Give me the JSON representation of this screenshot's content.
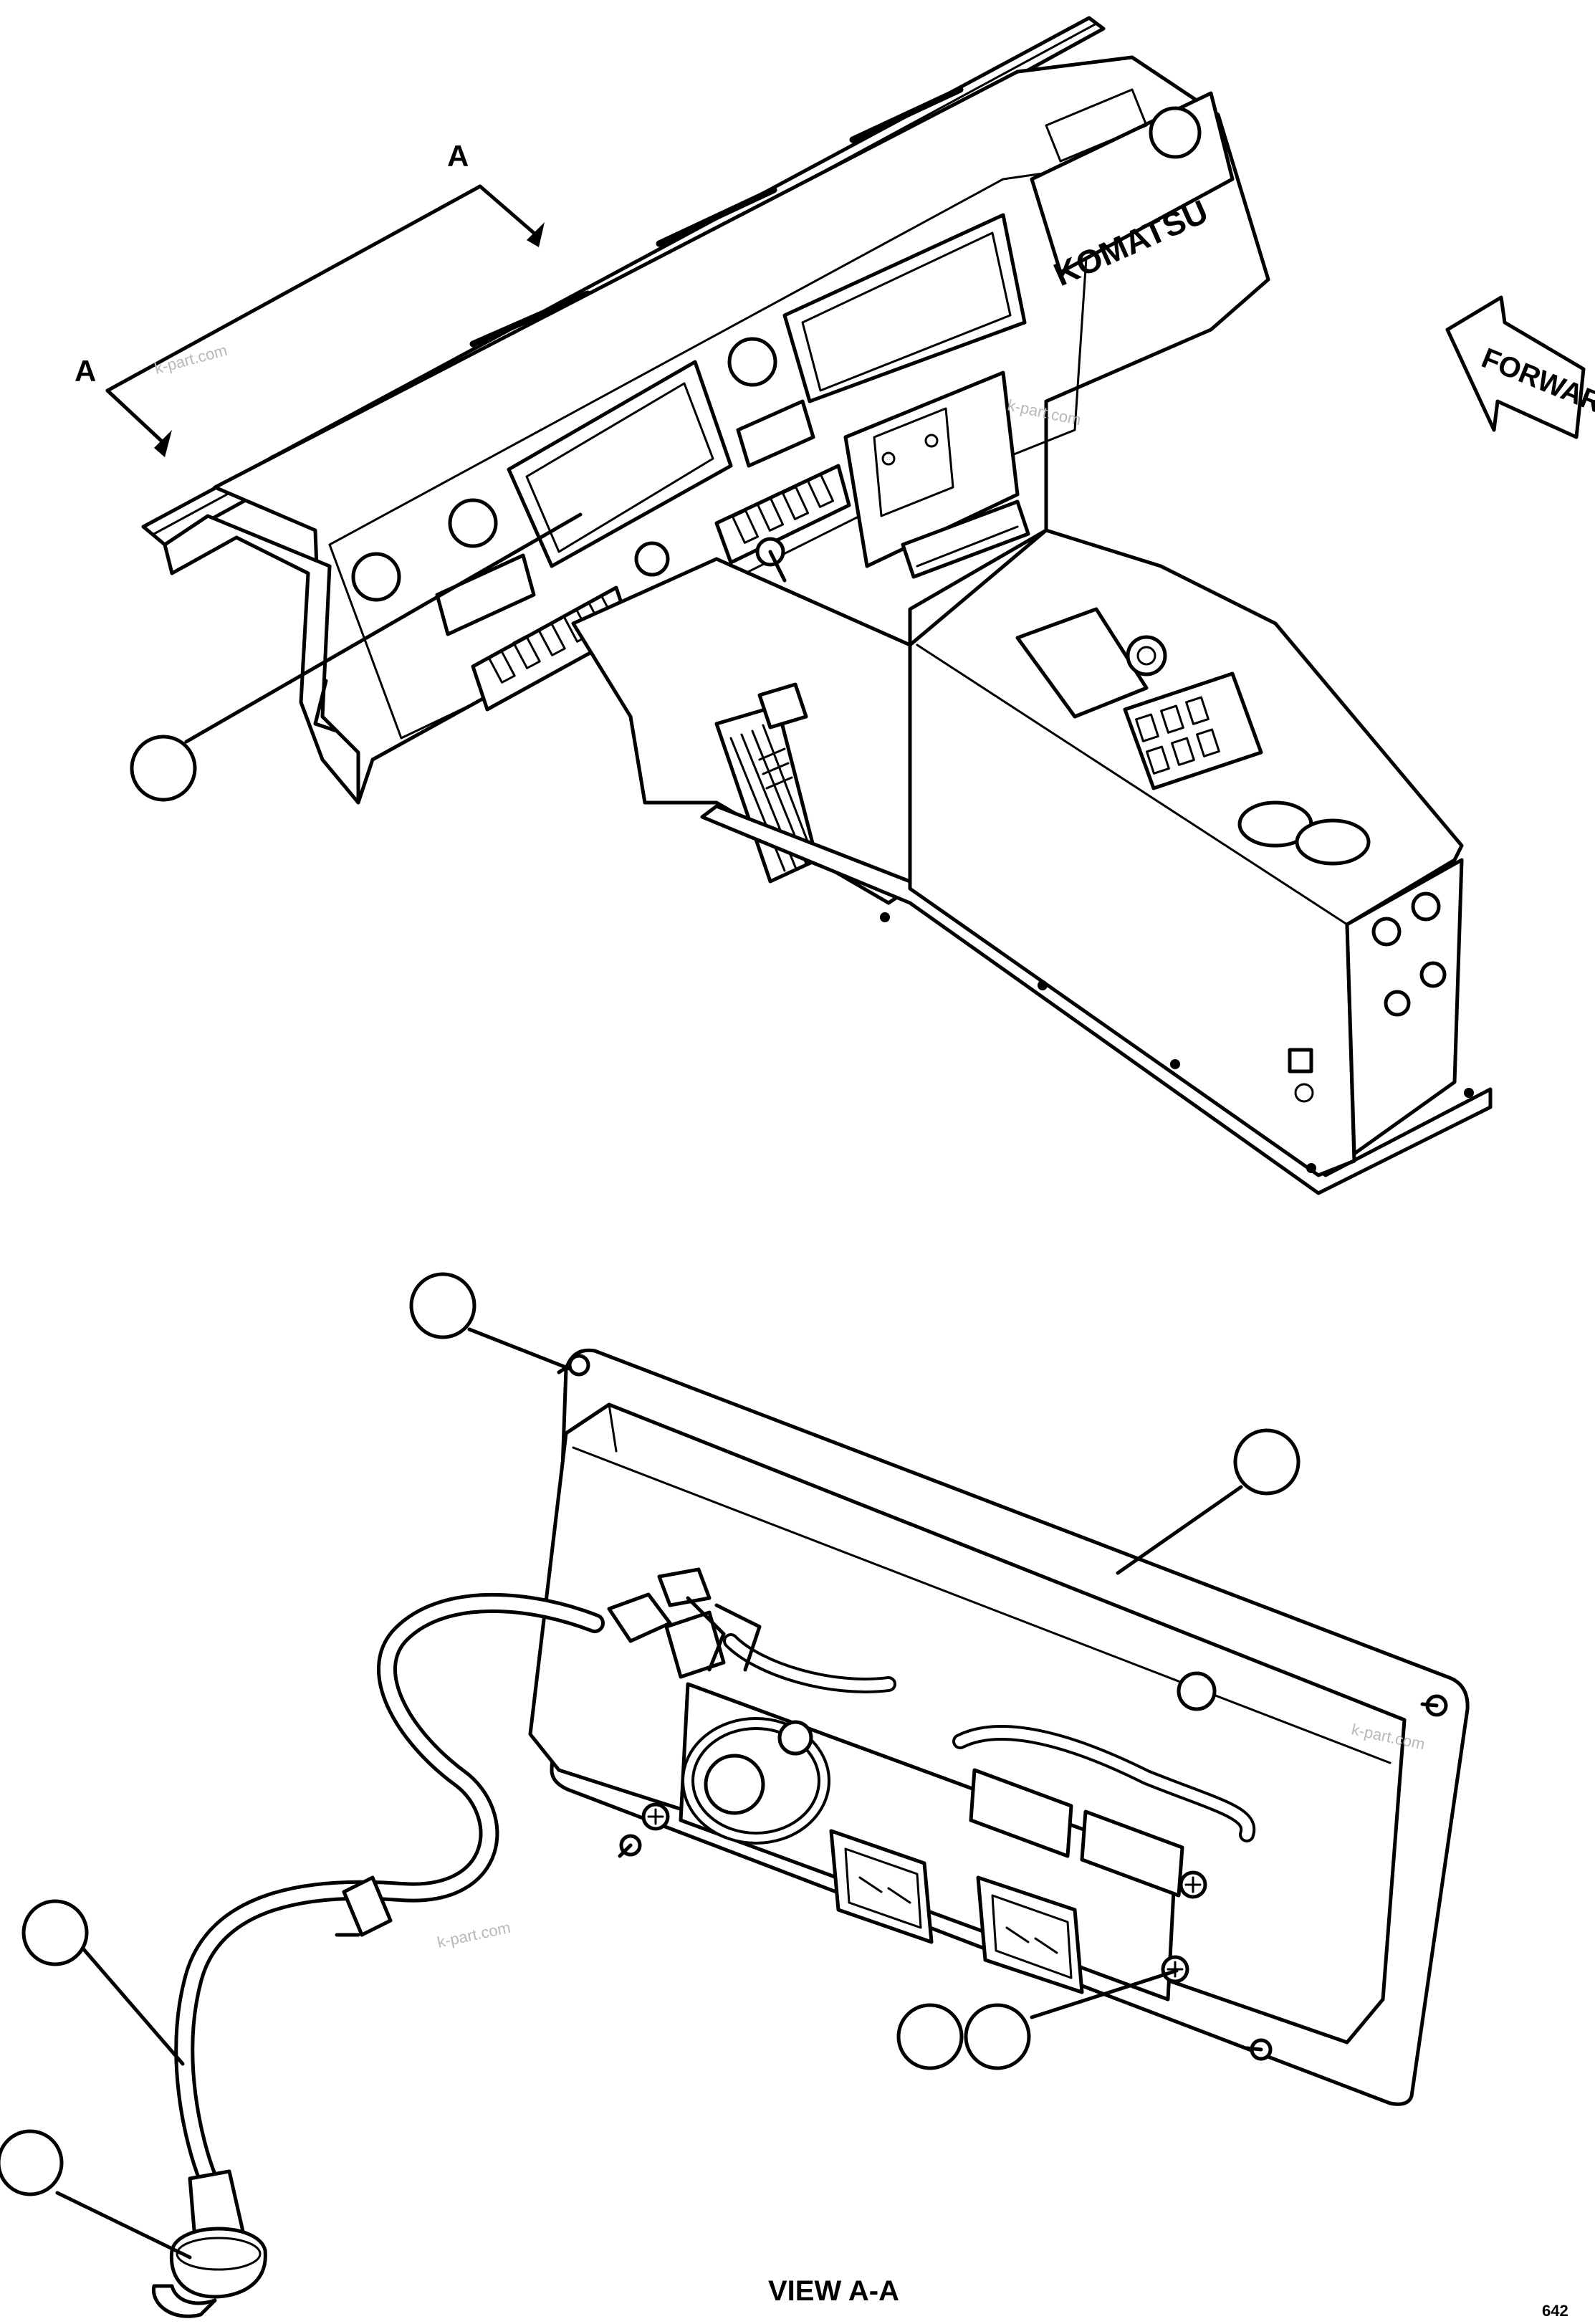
{
  "labels": {
    "view_letter_top": "A",
    "view_letter_left": "A",
    "forward": "FORWARD",
    "brand": "KOMATSU",
    "view_caption": "VIEW A-A",
    "sheet_number": "642"
  },
  "watermarks": [
    "k-part.com",
    "k-part.com",
    "k-part.com",
    "k-part.com"
  ],
  "callouts": [
    {
      "id": "callout-1",
      "text": ""
    },
    {
      "id": "callout-2",
      "text": ""
    },
    {
      "id": "callout-3",
      "text": ""
    },
    {
      "id": "callout-4",
      "text": ""
    },
    {
      "id": "callout-5",
      "text": ""
    },
    {
      "id": "callout-6",
      "text": ""
    },
    {
      "id": "callout-7",
      "text": ""
    }
  ]
}
